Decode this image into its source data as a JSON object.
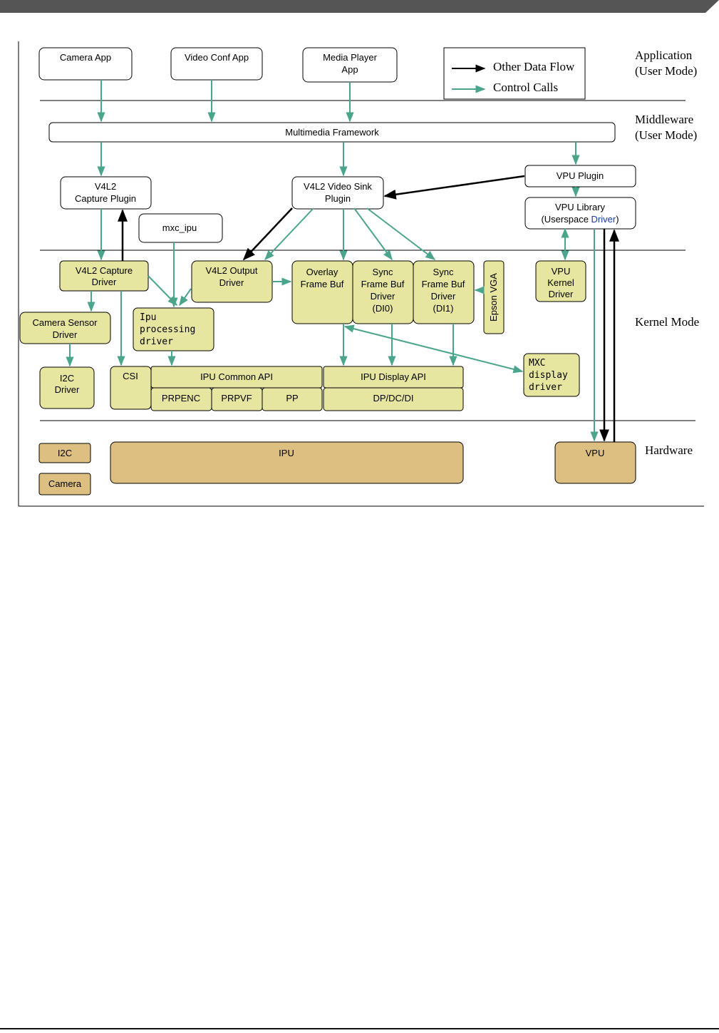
{
  "layers": {
    "application": [
      "Application",
      "(User Mode)"
    ],
    "middleware": [
      "Middleware",
      "(User Mode)"
    ],
    "kernel": "Kernel Mode",
    "hardware": "Hardware"
  },
  "legend": {
    "data_flow": "Other Data Flow",
    "control_calls": "Control Calls"
  },
  "apps": {
    "camera": "Camera App",
    "video_conf": "Video Conf App",
    "media_player": [
      "Media Player",
      "App"
    ]
  },
  "middleware": {
    "framework": "Multimedia Framework",
    "capture_plugin": [
      "V4L2",
      "Capture Plugin"
    ],
    "sink_plugin": [
      "V4L2 Video Sink",
      "Plugin"
    ],
    "vpu_plugin": "VPU Plugin",
    "vpu_library": [
      "VPU Library",
      "(Userspace ",
      "Driver",
      ")"
    ],
    "mxc_ipu": "mxc_ipu"
  },
  "kernel": {
    "capture_driver": [
      "V4L2 Capture",
      "Driver"
    ],
    "output_driver": [
      "V4L2 Output",
      "Driver"
    ],
    "overlay_fb": [
      "Overlay",
      "Frame Buf"
    ],
    "sync_fb_di0": [
      "Sync",
      "Frame Buf",
      "Driver",
      "(DI0)"
    ],
    "sync_fb_di1": [
      "Sync",
      "Frame Buf",
      "Driver",
      "(DI1)"
    ],
    "epson_vga": "Epson VGA",
    "vpu_kernel": [
      "VPU",
      "Kernel",
      "Driver"
    ],
    "camera_sensor": [
      "Camera Sensor",
      "Driver"
    ],
    "ipu_processing": [
      "Ipu",
      "processing",
      "driver"
    ],
    "i2c_driver": [
      "I2C",
      "Driver"
    ],
    "csi": "CSI",
    "ipu_common_api": "IPU Common API",
    "ipu_display_api": "IPU Display API",
    "prpenc": "PRPENC",
    "prpvf": "PRPVF",
    "pp": "PP",
    "dp_dc_di": "DP/DC/DI",
    "mxc_display": [
      "MXC",
      "display",
      "driver"
    ]
  },
  "hardware": {
    "i2c": "I2C",
    "camera": "Camera",
    "ipu": "IPU",
    "vpu": "VPU"
  },
  "colors": {
    "kernel_box": "#e6e6a0",
    "hardware_box": "#ddbf82",
    "control_arrow": "#4aa58c",
    "data_arrow": "#000000",
    "header_band": "#555555"
  }
}
